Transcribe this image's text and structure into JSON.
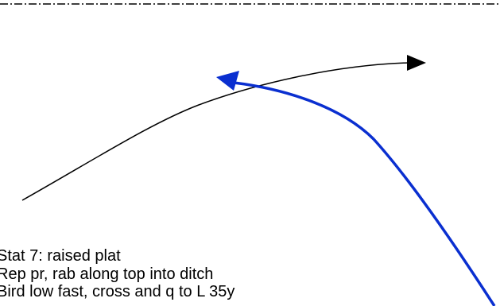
{
  "diagram": {
    "colors": {
      "border": "#000000",
      "black_path": "#000000",
      "blue_path": "#0a2fd0",
      "text": "#000000"
    },
    "elements": [
      "dash-dot-border-line",
      "black-curved-arrow",
      "blue-curved-arrow"
    ],
    "caption_lines": [
      "Stat 7: raised plat",
      "Rep pr, rab along top into ditch",
      "Bird low fast, cross and q to L 35y"
    ]
  }
}
